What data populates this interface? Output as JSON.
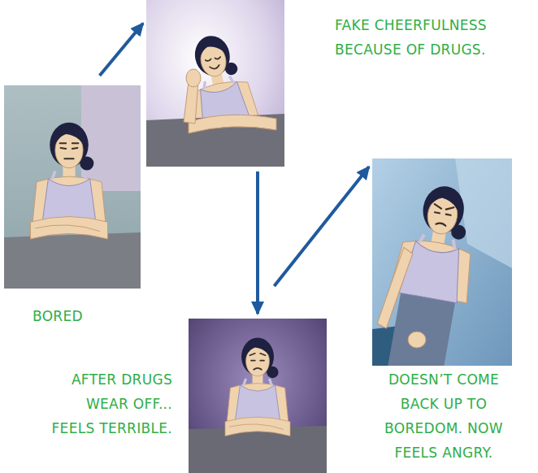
{
  "diagram": {
    "nodes": [
      {
        "text": [
          "BORED"
        ]
      },
      {
        "text": [
          "FAKE CHEERFULNESS BECAUSE OF DRUGS."
        ]
      },
      {
        "text": [
          "AFTER DRUGS WEAR OFF... FEELS TERRIBLE."
        ]
      },
      {
        "text": [
          "DOESN’T COME BACK UP TO BOREDOM. NOW FEELS ANGRY."
        ]
      }
    ],
    "edges": [
      {
        "from": 0,
        "to": 1,
        "arrow": "to"
      },
      {
        "from": 1,
        "to": 2,
        "arrow": "to"
      },
      {
        "from": 2,
        "to": 3,
        "arrow": "to"
      }
    ]
  }
}
